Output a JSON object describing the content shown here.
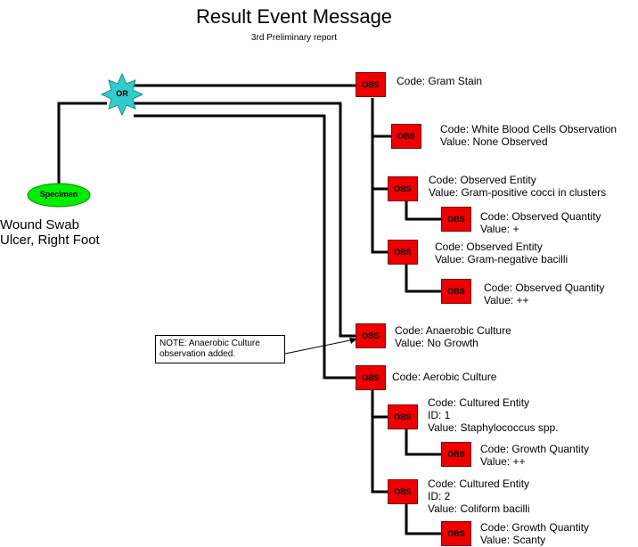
{
  "title": "Result Event Message",
  "subtitle": "3rd Preliminary report",
  "or_label": "OR",
  "specimen": {
    "label": "Specimen",
    "line1": "Wound Swab",
    "line2": "Ulcer, Right Foot"
  },
  "obs_label": "OBS",
  "note": "NOTE: Anaerobic Culture observation added.",
  "observations": [
    {
      "lines": [
        "Code: Gram Stain"
      ]
    },
    {
      "lines": [
        "Code: White Blood Cells Observation",
        "Value: None Observed"
      ]
    },
    {
      "lines": [
        "Code: Observed Entity",
        "Value: Gram-positive cocci in clusters"
      ]
    },
    {
      "lines": [
        "Code: Observed Quantity",
        "Value: +"
      ]
    },
    {
      "lines": [
        "Code: Observed Entity",
        "Value: Gram-negative bacilli"
      ]
    },
    {
      "lines": [
        "Code: Observed Quantity",
        "Value: ++"
      ]
    },
    {
      "lines": [
        "Code: Anaerobic Culture",
        "Value: No Growth"
      ]
    },
    {
      "lines": [
        "Code: Aerobic Culture"
      ]
    },
    {
      "lines": [
        "Code: Cultured Entity",
        "ID: 1",
        "Value: Staphylococcus spp."
      ]
    },
    {
      "lines": [
        "Code: Growth Quantity",
        "Value: ++"
      ]
    },
    {
      "lines": [
        "Code: Cultured Entity",
        "ID: 2",
        "Value: Coliform bacilli"
      ]
    },
    {
      "lines": [
        "Code: Growth Quantity",
        "Value: Scanty"
      ]
    }
  ],
  "colors": {
    "obs_fill": "#ee0000",
    "or_fill": "#33cccc",
    "specimen_fill": "#00ee00"
  }
}
